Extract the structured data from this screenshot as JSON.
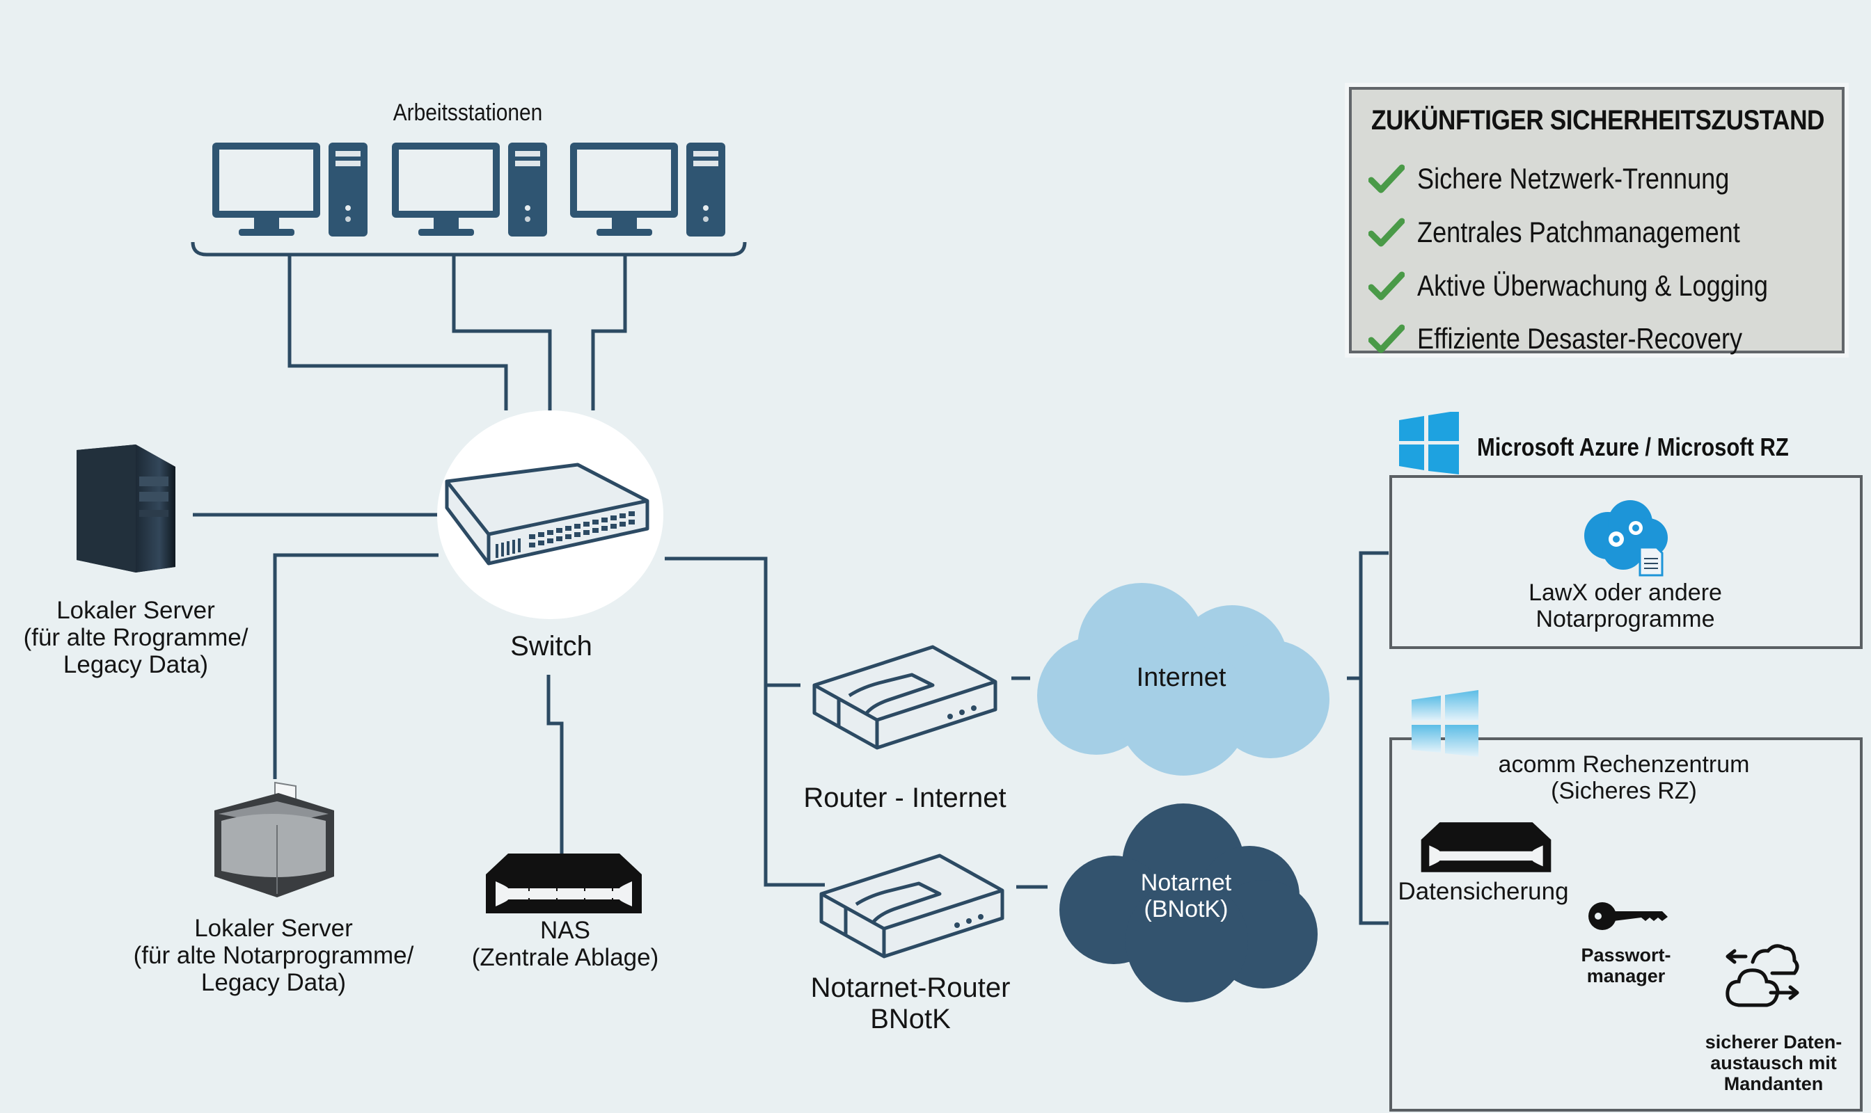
{
  "workstations": {
    "label": "Arbeitsstationen",
    "count": 3
  },
  "switch": {
    "label": "Switch"
  },
  "local_server_1": {
    "lines": [
      "Lokaler Server",
      "(für alte Rrogramme/",
      "Legacy Data)"
    ]
  },
  "local_server_2": {
    "lines": [
      "Lokaler Server",
      "(für alte Notarprogramme/",
      "Legacy Data)"
    ]
  },
  "nas": {
    "lines": [
      "NAS",
      "(Zentrale Ablage)"
    ]
  },
  "router_internet": {
    "label": "Router - Internet"
  },
  "router_notarnet": {
    "lines": [
      "Notarnet-Router",
      "BNotK"
    ]
  },
  "cloud_internet": {
    "label": "Internet",
    "color": "#a5cfe6"
  },
  "cloud_notarnet": {
    "lines": [
      "Notarnet",
      "(BNotK)"
    ],
    "color": "#33536e"
  },
  "security_state": {
    "title": "ZUKÜNFTIGER SICHERHEITSZUSTAND",
    "items": [
      "Sichere Netzwerk-Trennung",
      "Zentrales Patchmanagement",
      "Aktive Überwachung & Logging",
      "Effiziente Desaster-Recovery"
    ],
    "check_color": "#4a9a48"
  },
  "azure": {
    "title": "Microsoft Azure / Microsoft RZ",
    "app_lines": [
      "LawX oder andere",
      "Notarprogramme"
    ]
  },
  "acomm": {
    "title_lines": [
      "acomm Rechenzentrum",
      "(Sicheres RZ)"
    ],
    "backup_label": "Datensicherung",
    "password_lines": [
      "Passwort-",
      "manager"
    ],
    "exchange_lines": [
      "sicherer Daten-",
      "austausch mit",
      "Mandanten"
    ]
  },
  "colors": {
    "line": "#2c4a63",
    "device": "#2f5572",
    "background": "#e9f0f2",
    "windows_blue": "#1ea2e0"
  }
}
